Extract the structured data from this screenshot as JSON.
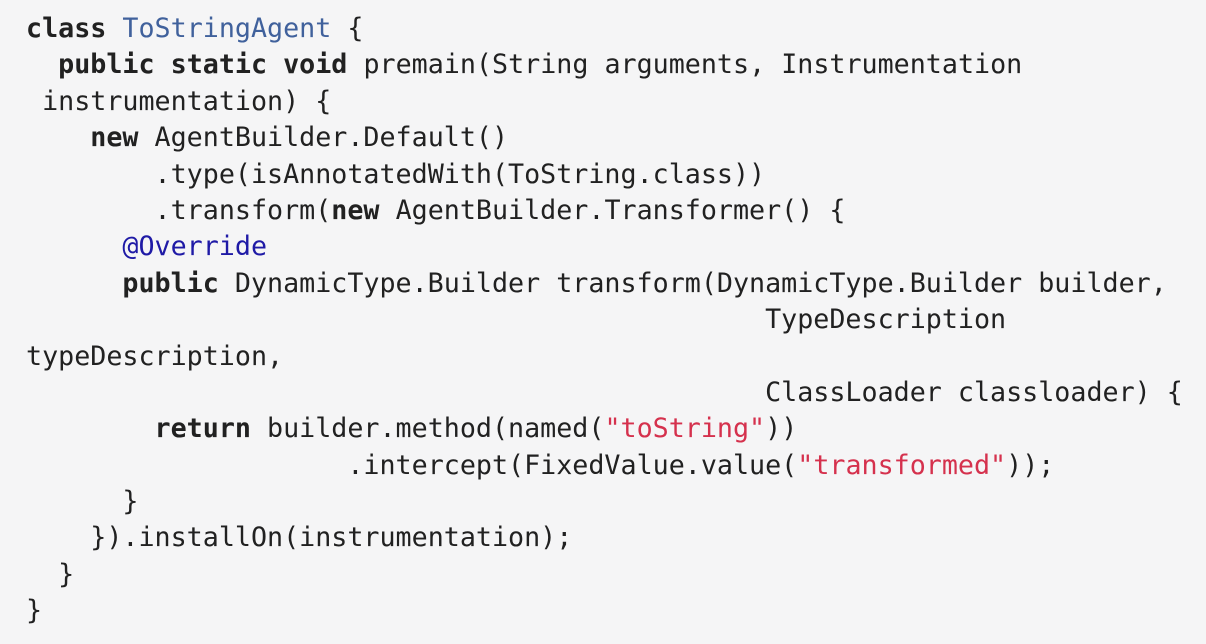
{
  "code_block": {
    "language": "java",
    "background_color": "#f5f5f6",
    "colors": {
      "plain": "#212121",
      "keyword": "#212121",
      "type": "#40619c",
      "annotation": "#1f1aa6",
      "string": "#d5314d"
    },
    "lines": [
      {
        "indent": 0,
        "segments": [
          {
            "style": "keyword",
            "text": "class"
          },
          {
            "style": "plain",
            "text": " "
          },
          {
            "style": "type",
            "text": "ToStringAgent"
          },
          {
            "style": "plain",
            "text": " {"
          }
        ]
      },
      {
        "indent": 2,
        "segments": [
          {
            "style": "keyword",
            "text": "public"
          },
          {
            "style": "plain",
            "text": " "
          },
          {
            "style": "keyword",
            "text": "static"
          },
          {
            "style": "plain",
            "text": " "
          },
          {
            "style": "keyword",
            "text": "void"
          },
          {
            "style": "plain",
            "text": " premain(String arguments, Instrumentation"
          }
        ]
      },
      {
        "indent": 1,
        "segments": [
          {
            "style": "plain",
            "text": "instrumentation) {"
          }
        ]
      },
      {
        "indent": 4,
        "segments": [
          {
            "style": "keyword",
            "text": "new"
          },
          {
            "style": "plain",
            "text": " AgentBuilder.Default()"
          }
        ]
      },
      {
        "indent": 8,
        "segments": [
          {
            "style": "plain",
            "text": ".type(isAnnotatedWith(ToString.class))"
          }
        ]
      },
      {
        "indent": 8,
        "segments": [
          {
            "style": "plain",
            "text": ".transform("
          },
          {
            "style": "keyword",
            "text": "new"
          },
          {
            "style": "plain",
            "text": " AgentBuilder.Transformer() {"
          }
        ]
      },
      {
        "indent": 6,
        "segments": [
          {
            "style": "annotation",
            "text": "@Override"
          }
        ]
      },
      {
        "indent": 6,
        "segments": [
          {
            "style": "keyword",
            "text": "public"
          },
          {
            "style": "plain",
            "text": " DynamicType.Builder transform(DynamicType.Builder builder,"
          }
        ]
      },
      {
        "indent": 46,
        "segments": [
          {
            "style": "plain",
            "text": "TypeDescription"
          }
        ]
      },
      {
        "indent": 0,
        "segments": [
          {
            "style": "plain",
            "text": "typeDescription,"
          }
        ]
      },
      {
        "indent": 46,
        "segments": [
          {
            "style": "plain",
            "text": "ClassLoader classloader) {"
          }
        ]
      },
      {
        "indent": 8,
        "segments": [
          {
            "style": "keyword",
            "text": "return"
          },
          {
            "style": "plain",
            "text": " builder.method(named("
          },
          {
            "style": "string",
            "text": "\"toString\""
          },
          {
            "style": "plain",
            "text": "))"
          }
        ]
      },
      {
        "indent": 20,
        "segments": [
          {
            "style": "plain",
            "text": ".intercept(FixedValue.value("
          },
          {
            "style": "string",
            "text": "\"transformed\""
          },
          {
            "style": "plain",
            "text": "));"
          }
        ]
      },
      {
        "indent": 6,
        "segments": [
          {
            "style": "plain",
            "text": "}"
          }
        ]
      },
      {
        "indent": 4,
        "segments": [
          {
            "style": "plain",
            "text": "}).installOn(instrumentation);"
          }
        ]
      },
      {
        "indent": 2,
        "segments": [
          {
            "style": "plain",
            "text": "}"
          }
        ]
      },
      {
        "indent": 0,
        "segments": [
          {
            "style": "plain",
            "text": "}"
          }
        ]
      }
    ]
  }
}
